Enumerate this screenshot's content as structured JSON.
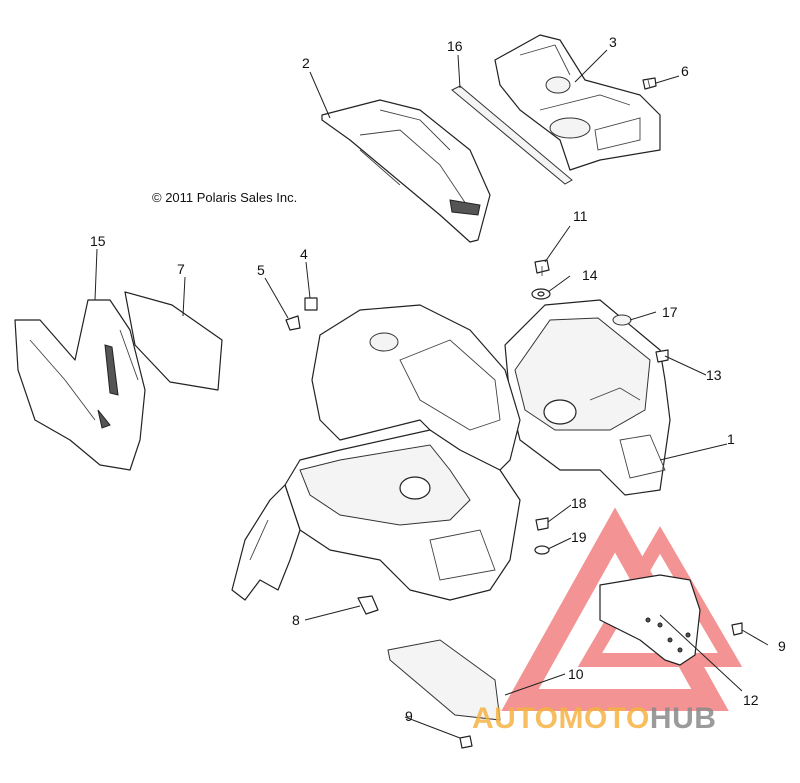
{
  "copyright": "© 2011 Polaris Sales Inc.",
  "callouts": [
    {
      "id": "c1",
      "label": "1"
    },
    {
      "id": "c2",
      "label": "2"
    },
    {
      "id": "c3",
      "label": "3"
    },
    {
      "id": "c4",
      "label": "4"
    },
    {
      "id": "c5",
      "label": "5"
    },
    {
      "id": "c6",
      "label": "6"
    },
    {
      "id": "c7",
      "label": "7"
    },
    {
      "id": "c8",
      "label": "8"
    },
    {
      "id": "c9a",
      "label": "9"
    },
    {
      "id": "c9b",
      "label": "9"
    },
    {
      "id": "c10",
      "label": "10"
    },
    {
      "id": "c11",
      "label": "11"
    },
    {
      "id": "c12",
      "label": "12"
    },
    {
      "id": "c13",
      "label": "13"
    },
    {
      "id": "c14",
      "label": "14"
    },
    {
      "id": "c15",
      "label": "15"
    },
    {
      "id": "c16",
      "label": "16"
    },
    {
      "id": "c17",
      "label": "17"
    },
    {
      "id": "c18",
      "label": "18"
    },
    {
      "id": "c19",
      "label": "19"
    }
  ],
  "watermark": {
    "part1": "AUTO",
    "part2": "MOTO",
    "part3": "HUB",
    "color_orange": "#f5b342",
    "color_gray": "#8a8a8a",
    "color_red": "#f07070"
  }
}
